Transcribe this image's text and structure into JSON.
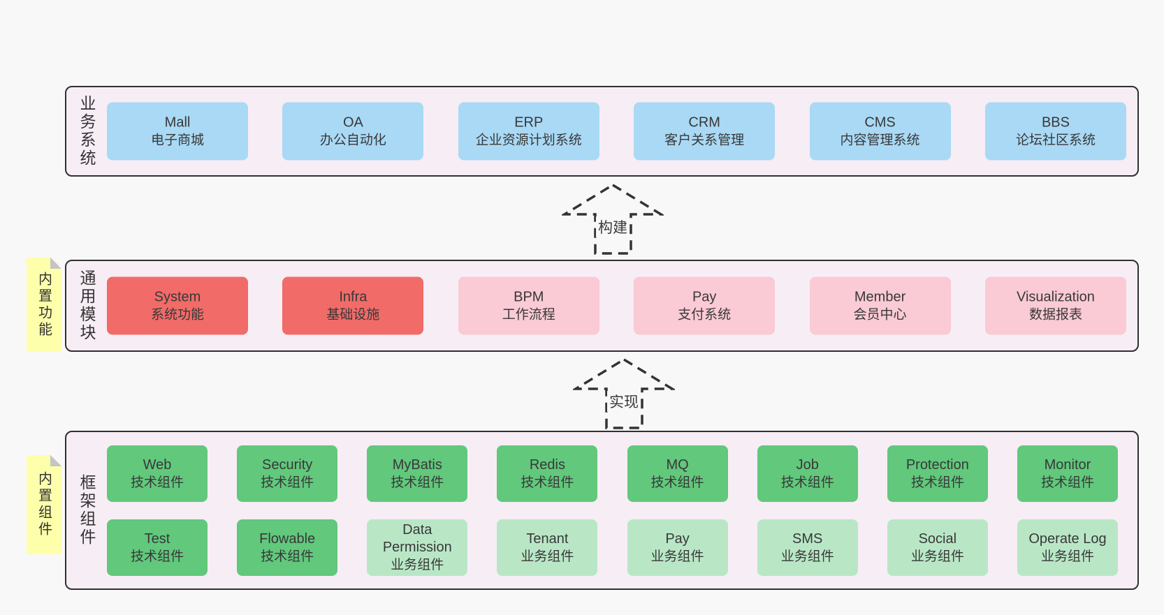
{
  "colors": {
    "page_bg": "#f8f8f8",
    "panel_bg": "#f7edf5",
    "panel_border": "#303030",
    "box_blue": "#a9d9f5",
    "box_red": "#f16b68",
    "box_pink": "#facad5",
    "box_green": "#61c87c",
    "box_lightgreen": "#b9e7c6",
    "sticky_yellow": "#feffaa",
    "sticky_fold": "#c4c4c4",
    "text_dark": "#383838"
  },
  "layers": {
    "business": {
      "label": "业务系统",
      "boxes": [
        {
          "title": "Mall",
          "subtitle": "电子商城",
          "variant": "blue"
        },
        {
          "title": "OA",
          "subtitle": "办公自动化",
          "variant": "blue"
        },
        {
          "title": "ERP",
          "subtitle": "企业资源计划系统",
          "variant": "blue"
        },
        {
          "title": "CRM",
          "subtitle": "客户关系管理",
          "variant": "blue"
        },
        {
          "title": "CMS",
          "subtitle": "内容管理系统",
          "variant": "blue"
        },
        {
          "title": "BBS",
          "subtitle": "论坛社区系统",
          "variant": "blue"
        }
      ]
    },
    "modules": {
      "label": "通用模块",
      "sticky": "内置功能",
      "boxes": [
        {
          "title": "System",
          "subtitle": "系统功能",
          "variant": "red"
        },
        {
          "title": "Infra",
          "subtitle": "基础设施",
          "variant": "red"
        },
        {
          "title": "BPM",
          "subtitle": "工作流程",
          "variant": "pink"
        },
        {
          "title": "Pay",
          "subtitle": "支付系统",
          "variant": "pink"
        },
        {
          "title": "Member",
          "subtitle": "会员中心",
          "variant": "pink"
        },
        {
          "title": "Visualization",
          "subtitle": "数据报表",
          "variant": "pink"
        }
      ]
    },
    "framework": {
      "label": "框架组件",
      "sticky": "内置组件",
      "rows": [
        [
          {
            "title": "Web",
            "subtitle": "技术组件",
            "variant": "green"
          },
          {
            "title": "Security",
            "subtitle": "技术组件",
            "variant": "green"
          },
          {
            "title": "MyBatis",
            "subtitle": "技术组件",
            "variant": "green"
          },
          {
            "title": "Redis",
            "subtitle": "技术组件",
            "variant": "green"
          },
          {
            "title": "MQ",
            "subtitle": "技术组件",
            "variant": "green"
          },
          {
            "title": "Job",
            "subtitle": "技术组件",
            "variant": "green"
          },
          {
            "title": "Protection",
            "subtitle": "技术组件",
            "variant": "green"
          },
          {
            "title": "Monitor",
            "subtitle": "技术组件",
            "variant": "green"
          }
        ],
        [
          {
            "title": "Test",
            "subtitle": "技术组件",
            "variant": "green"
          },
          {
            "title": "Flowable",
            "subtitle": "技术组件",
            "variant": "green"
          },
          {
            "title": "Data Permission",
            "subtitle": "业务组件",
            "variant": "lightgreen"
          },
          {
            "title": "Tenant",
            "subtitle": "业务组件",
            "variant": "lightgreen"
          },
          {
            "title": "Pay",
            "subtitle": "业务组件",
            "variant": "lightgreen"
          },
          {
            "title": "SMS",
            "subtitle": "业务组件",
            "variant": "lightgreen"
          },
          {
            "title": "Social",
            "subtitle": "业务组件",
            "variant": "lightgreen"
          },
          {
            "title": "Operate Log",
            "subtitle": "业务组件",
            "variant": "lightgreen"
          }
        ]
      ]
    }
  },
  "arrows": {
    "build": {
      "label": "构建"
    },
    "implement": {
      "label": "实现"
    }
  }
}
